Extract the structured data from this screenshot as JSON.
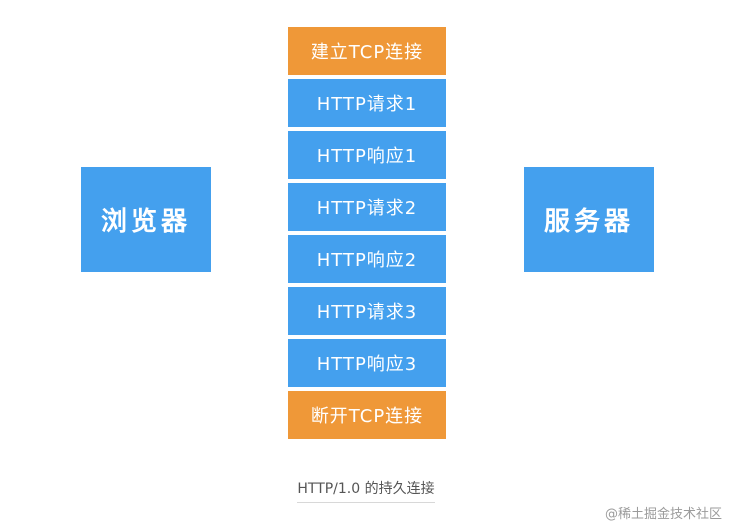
{
  "diagram": {
    "left_node": "浏览器",
    "right_node": "服务器",
    "steps": [
      {
        "label": "建立TCP连接",
        "color": "#ef9838"
      },
      {
        "label": "HTTP请求1",
        "color": "#44a0ee"
      },
      {
        "label": "HTTP响应1",
        "color": "#44a0ee"
      },
      {
        "label": "HTTP请求2",
        "color": "#44a0ee"
      },
      {
        "label": "HTTP响应2",
        "color": "#44a0ee"
      },
      {
        "label": "HTTP请求3",
        "color": "#44a0ee"
      },
      {
        "label": "HTTP响应3",
        "color": "#44a0ee"
      },
      {
        "label": "断开TCP连接",
        "color": "#ef9838"
      }
    ]
  },
  "caption": "HTTP/1.0 的持久连接",
  "watermark": "@稀土掘金技术社区",
  "colors": {
    "node_blue": "#44a0ee",
    "connection_orange": "#ef9838"
  }
}
